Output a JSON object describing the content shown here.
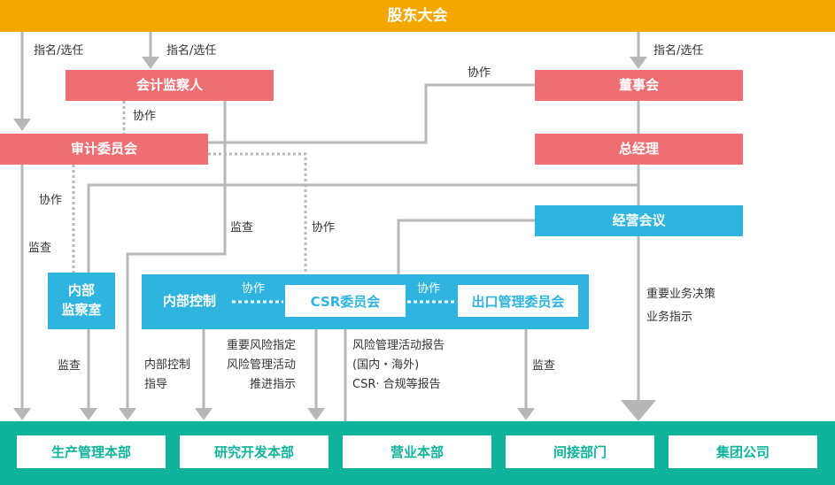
{
  "top_bar": {
    "label": "股东大会",
    "color": "#f4a700"
  },
  "bottom_bar": {
    "color": "#0fb39a"
  },
  "nodes": {
    "accounting_auditor": "会计监察人",
    "board": "董事会",
    "audit_committee": "审计委员会",
    "president": "总经理",
    "management_meeting": "经营会议",
    "internal_audit": "内部\n监察室",
    "internal_control": "内部控制",
    "csr_committee": "CSR委员会",
    "export_committee": "出口管理委员会"
  },
  "departments": [
    "生产管理本部",
    "研究开发本部",
    "营业本部",
    "间接部门",
    "集团公司"
  ],
  "labels": {
    "nominate_1": "指名/选任",
    "nominate_2": "指名/选任",
    "nominate_3": "指名/选任",
    "coop_auditor": "协作",
    "coop_board": "协作",
    "coop_audit": "协作",
    "coop_csr_audit": "协作",
    "coop_ic_csr": "协作",
    "coop_csr_export": "协作",
    "monitor_1": "监查",
    "monitor_2": "监查",
    "monitor_3": "监查",
    "monitor_4": "监查",
    "ic_guidance": "内部控制\n指导",
    "risk_designation": "重要风险指定\n风险管理活动\n推进指示",
    "risk_report": "风险管理活动报告\n(国内・海外)\nCSR· 合规等报告",
    "business_decision": "重要业务决策\n业务指示"
  },
  "colors": {
    "red": "#ee6f73",
    "blue": "#2eb4df",
    "line": "#b7b7b7"
  }
}
